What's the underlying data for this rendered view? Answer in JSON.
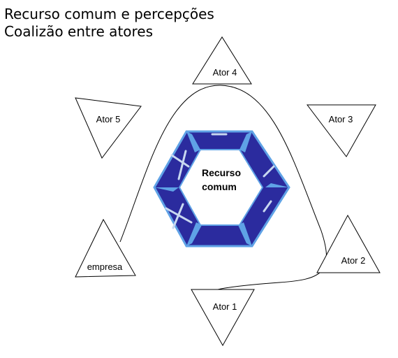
{
  "title": {
    "line1": "Recurso comum e percepções",
    "line2": "Coalizão entre atores"
  },
  "center": {
    "label_line1": "Recurso",
    "label_line2": "comum",
    "fill_color": "#2b2b9e",
    "edge_color": "#5fa2e6"
  },
  "nodes": {
    "ator4": "Ator 4",
    "ator5": "Ator 5",
    "ator3": "Ator 3",
    "empresa": "empresa",
    "ator2": "Ator 2",
    "ator1": "Ator 1"
  }
}
